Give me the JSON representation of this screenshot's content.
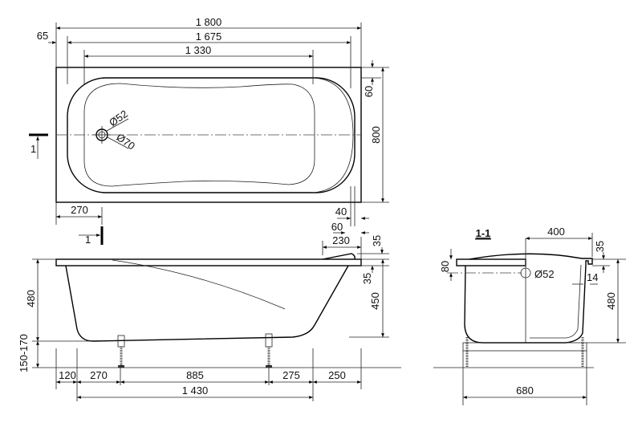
{
  "top_view": {
    "dims": {
      "overall_length": "1 800",
      "inner_length": "1 675",
      "basin_length": "1 330",
      "left_offset": "65",
      "width": "800",
      "rim_top": "60",
      "drain_offset": "270",
      "right_40": "40",
      "right_60": "60"
    },
    "drain": {
      "inner_diameter": "Ø52",
      "outer_diameter": "Ø70"
    },
    "section_marker_top": "1",
    "section_marker_bottom": "1"
  },
  "side_view": {
    "dims": {
      "headrest": "230",
      "headrest_height": "35",
      "rim_thickness": "35",
      "depth": "450",
      "height": "480",
      "leg_height": "150-170",
      "d120": "120",
      "d270": "270",
      "d885": "885",
      "d275": "275",
      "d250": "250",
      "leg_span": "1 430"
    }
  },
  "section_view": {
    "title": "1-1",
    "dims": {
      "half_width": "400",
      "rim_height": "35",
      "overflow_drop": "80",
      "overflow_diameter": "Ø52",
      "wall": "14",
      "height": "480",
      "stand_width": "680"
    }
  }
}
